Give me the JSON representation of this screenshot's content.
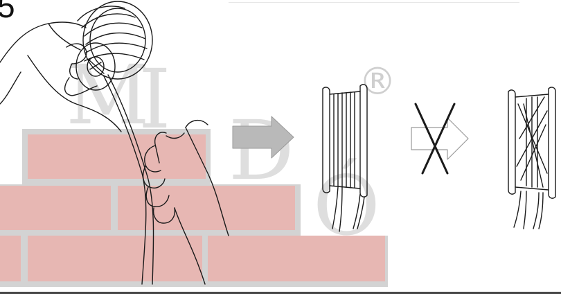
{
  "step": {
    "number": "5"
  },
  "watermark": {
    "letters": [
      "M",
      "I",
      "D",
      "Ó"
    ],
    "registered": "®",
    "brick_color": "#e7b7b3",
    "mortar_color": "#d3d3d3"
  },
  "illustration": {
    "panels": [
      {
        "name": "winding-hands",
        "description_icon": "hands-winding-spool-icon"
      },
      {
        "name": "correct-spool",
        "description_icon": "neatly-wound-spool-icon"
      },
      {
        "name": "incorrect-spool",
        "description_icon": "crossed-wound-spool-icon"
      }
    ],
    "arrow_color": "#b9b9b9",
    "line_color": "#1a1a1a"
  }
}
